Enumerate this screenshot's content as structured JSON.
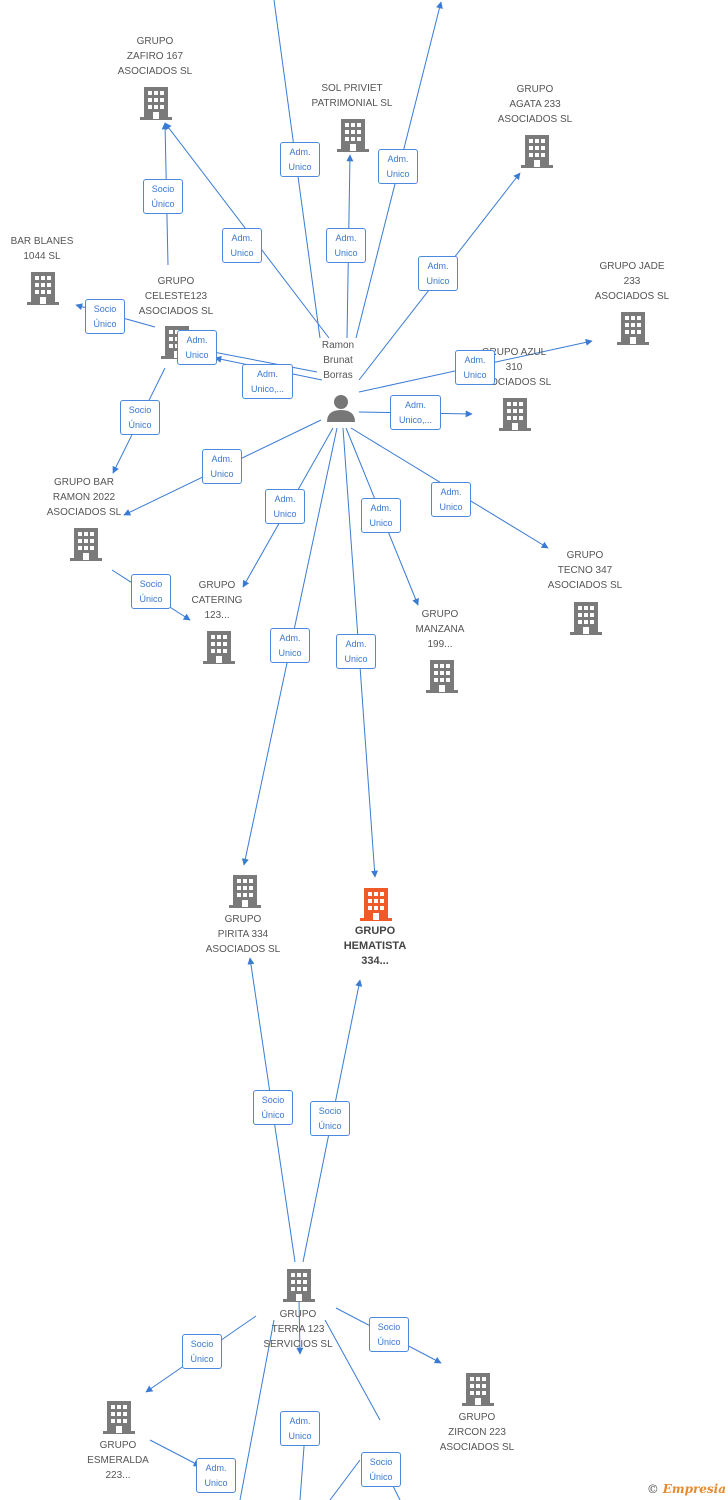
{
  "colors": {
    "edge": "#3a7bd5",
    "building": "#7a7a7a",
    "building_focus": "#f05a28",
    "person": "#777777"
  },
  "person": {
    "name": "Ramon\nBrunat\nBorras",
    "icon": "person-icon"
  },
  "companies": [
    {
      "id": "zafiro",
      "name": "GRUPO\nZAFIRO 167\nASOCIADOS  SL"
    },
    {
      "id": "sol",
      "name": "SOL PRIVIET\nPATRIMONIAL SL"
    },
    {
      "id": "agata",
      "name": "GRUPO\nAGATA 233\nASOCIADOS  SL"
    },
    {
      "id": "barblanes",
      "name": "BAR BLANES\n1044  SL"
    },
    {
      "id": "celeste",
      "name": "GRUPO\nCELESTE123\nASOCIADOS  SL"
    },
    {
      "id": "jade",
      "name": "GRUPO JADE\n233\nASOCIADOS  SL"
    },
    {
      "id": "azul",
      "name": "GRUPO AZUL\n310\nASOCIADOS  SL"
    },
    {
      "id": "barramon",
      "name": "GRUPO BAR\nRAMON 2022\nASOCIADOS  SL"
    },
    {
      "id": "catering",
      "name": "GRUPO\nCATERING\n123..."
    },
    {
      "id": "manzana",
      "name": "GRUPO\nMANZANA\n199..."
    },
    {
      "id": "tecno",
      "name": "GRUPO\nTECNO 347\nASOCIADOS  SL"
    },
    {
      "id": "pirita",
      "name": "GRUPO\nPIRITA 334\nASOCIADOS  SL"
    },
    {
      "id": "hematista",
      "name": "GRUPO\nHEMATISTA\n334...",
      "focus": true
    },
    {
      "id": "terra",
      "name": "GRUPO\nTERRA 123\nSERVICIOS  SL"
    },
    {
      "id": "zircon",
      "name": "GRUPO\nZIRCON 223\nASOCIADOS  SL"
    },
    {
      "id": "esmeralda",
      "name": "GRUPO\nESMERALDA\n223..."
    }
  ],
  "edge_labels": {
    "adm_unico": "Adm.\nUnico",
    "adm_unico_more": "Adm.\nUnico,...",
    "socio_unico": "Socio\nÚnico"
  },
  "footer": {
    "copyright": "©",
    "brand": "Empresia"
  }
}
